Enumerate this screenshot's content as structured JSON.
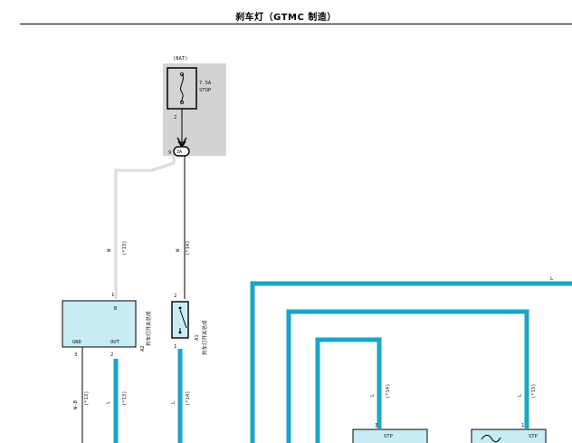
{
  "header": {
    "title": "刹车灯（GTMC 制造）"
  },
  "colors": {
    "wire_blue": "#1aa5c9",
    "relay_fill": "#c8ecf4",
    "junction_shade": "#d3d3d3",
    "wire_white": "#c0c0c0"
  },
  "power_source": {
    "label": "(BAT)",
    "fuse_rating": "7.5A",
    "fuse_name": "STOP",
    "fuse_pin": "2",
    "junction_pin": "9",
    "junction_connector": "3A"
  },
  "wires": {
    "w1_color": "W",
    "w1_note": "(*13)",
    "w2_color": "W",
    "w2_note": "(*14)",
    "w3_color": "W-B",
    "w3_note": "(*13)",
    "w4_color": "L",
    "w4_note": "(*13)",
    "w5_color": "L",
    "w5_note": "(*14)",
    "w6_color": "L",
    "w6_note": "(*14)",
    "w7_color": "L",
    "w7_note": "(*13)",
    "top_right_color": "L"
  },
  "switch_a2": {
    "id": "A2",
    "name": "刹车灯开关总成",
    "pin_b": "B",
    "pin_gnd": "GND",
    "pin_out": "OUT",
    "pin1": "1",
    "pin3": "3",
    "pin2": "2"
  },
  "switch_a1": {
    "id": "A1",
    "name": "刹车灯开关总成",
    "pin_top": "2",
    "pin_bottom": "1"
  },
  "connector_left": {
    "pin": "3",
    "label": "STP"
  },
  "connector_right": {
    "pin": "1",
    "label": "STP"
  }
}
